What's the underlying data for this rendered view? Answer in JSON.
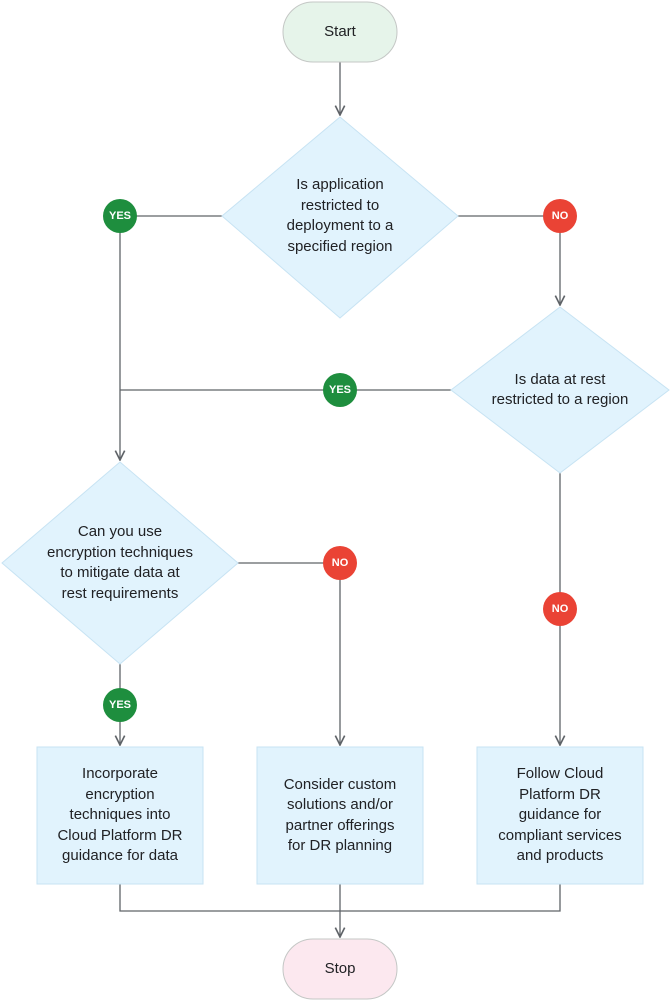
{
  "colors": {
    "start_fill": "#e6f4ea",
    "stop_fill": "#fce8ef",
    "node_fill": "#e1f3fd",
    "line": "#5f6368",
    "yes": "#1e8e3e",
    "no": "#ea4335"
  },
  "nodes": {
    "start": "Start",
    "stop": "Stop",
    "decision_region": [
      "Is application",
      "restricted to",
      "deployment to a",
      "specified region"
    ],
    "decision_data": [
      "Is data at rest",
      "restricted to a region"
    ],
    "decision_encryption": [
      "Can you use",
      "encryption techniques",
      "to mitigate data at",
      "rest requirements"
    ],
    "box_encryption": [
      "Incorporate",
      "encryption",
      "techniques into",
      "Cloud Platform DR",
      "guidance for data"
    ],
    "box_custom": [
      "Consider custom",
      "solutions and/or",
      "partner offerings",
      "for DR planning"
    ],
    "box_follow": [
      "Follow Cloud",
      "Platform DR",
      "guidance for",
      "compliant services",
      "and products"
    ]
  },
  "badges": {
    "yes": "YES",
    "no": "NO"
  }
}
